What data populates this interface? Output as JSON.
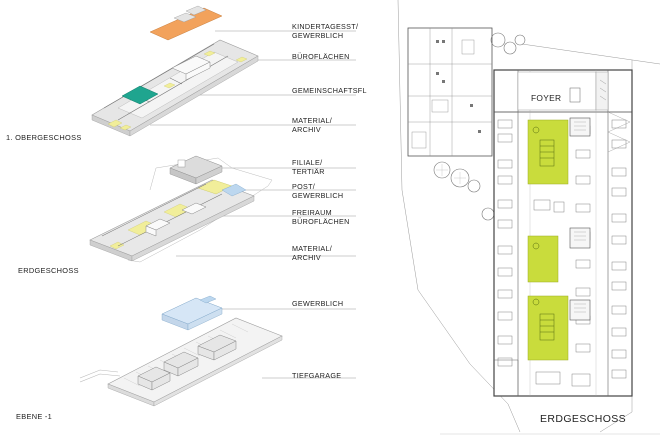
{
  "levels": {
    "upper": "1. OBERGESCHOSS",
    "ground": "ERDGESCHOSS",
    "basement": "EBENE -1"
  },
  "labels": {
    "kindergarten_1": "KINDERTAGESST/",
    "kindergarten_2": "GEWERBLICH",
    "buero_og": "BÜROFLÄCHEN",
    "gemeinschaft": "GEMEINSCHAFTSFL",
    "material_og_1": "MATERIAL/",
    "material_og_2": "ARCHIV",
    "filiale_1": "FILIALE/",
    "filiale_2": "TERTIÄR",
    "post_1": "POST/",
    "post_2": "GEWERBLICH",
    "freiraum_1": "FREIRAUM",
    "freiraum_2": "BÜROFLÄCHEN",
    "material_eg_1": "MATERIAL/",
    "material_eg_2": "ARCHIV",
    "gewerblich": "GEWERBLICH",
    "tiefgarage": "TIEFGARAGE"
  },
  "plan": {
    "foyer": "FOYER",
    "title": "ERDGESCHOSS"
  },
  "colors": {
    "kindergarten": "#f2a25c",
    "gemeinschaft": "#1fa58f",
    "freiraum_green": "#c9dc3c",
    "accent_yellow": "#f1ee9a",
    "accent_blue": "#bcd7ef",
    "line": "#8a8a8a"
  }
}
